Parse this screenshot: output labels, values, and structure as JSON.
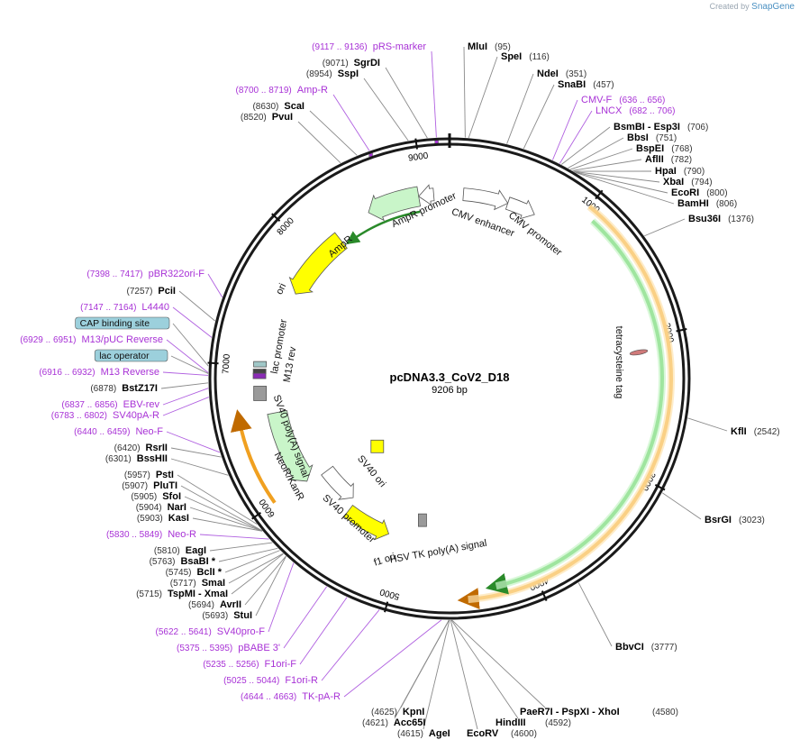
{
  "branding": {
    "created_by": "Created by",
    "product": "SnapGene"
  },
  "plasmid": {
    "name": "pcDNA3.3_CoV2_D18",
    "size": "9206 bp"
  },
  "ticks": [
    "1000",
    "2000",
    "3000",
    "4000",
    "5000",
    "6000",
    "7000",
    "8000",
    "9000"
  ],
  "features": {
    "tetracysteine_tag": "tetracysteine tag",
    "cmv_enhancer": "CMV enhancer",
    "cmv_promoter": "CMV promoter",
    "ampr_promoter": "AmpR promoter",
    "ampr": "AmpR",
    "ori": "ori",
    "lac_promoter": "lac promoter",
    "m13_rev": "M13 rev",
    "sv40_polya": "SV40 poly(A) signal",
    "neor": "NeoR/KanR",
    "sv40_ori": "SV40 ori",
    "sv40_promoter": "SV40 promoter",
    "hsv_tk": "HSV TK poly(A) signal",
    "f1_ori": "f1 ori"
  },
  "labels": {
    "top_left": [
      {
        "pos": "(9117 .. 9136)",
        "name": "pRS-marker",
        "kind": "primer"
      },
      {
        "pos": "(9071)",
        "name": "SgrDI",
        "kind": "enzyme"
      },
      {
        "pos": "(8954)",
        "name": "SspI",
        "kind": "enzyme"
      },
      {
        "pos": "(8700 .. 8719)",
        "name": "Amp-R",
        "kind": "primer"
      },
      {
        "pos": "(8630)",
        "name": "ScaI",
        "kind": "enzyme"
      },
      {
        "pos": "(8520)",
        "name": "PvuI",
        "kind": "enzyme"
      }
    ],
    "top_right": [
      {
        "name": "MluI",
        "pos": "(95)",
        "kind": "enzyme"
      },
      {
        "name": "SpeI",
        "pos": "(116)",
        "kind": "enzyme"
      },
      {
        "name": "NdeI",
        "pos": "(351)",
        "kind": "enzyme"
      },
      {
        "name": "SnaBI",
        "pos": "(457)",
        "kind": "enzyme"
      },
      {
        "name": "CMV-F",
        "pos": "(636 .. 656)",
        "kind": "primer"
      },
      {
        "name": "LNCX",
        "pos": "(682 .. 706)",
        "kind": "primer"
      },
      {
        "name": "BsmBI - Esp3I",
        "pos": "(706)",
        "kind": "enzyme"
      },
      {
        "name": "BbsI",
        "pos": "(751)",
        "kind": "enzyme"
      },
      {
        "name": "BspEI",
        "pos": "(768)",
        "kind": "enzyme"
      },
      {
        "name": "AflII",
        "pos": "(782)",
        "kind": "enzyme"
      },
      {
        "name": "HpaI",
        "pos": "(790)",
        "kind": "enzyme"
      },
      {
        "name": "XbaI",
        "pos": "(794)",
        "kind": "enzyme"
      },
      {
        "name": "EcoRI",
        "pos": "(800)",
        "kind": "enzyme"
      },
      {
        "name": "BamHI",
        "pos": "(806)",
        "kind": "enzyme"
      },
      {
        "name": "Bsu36I",
        "pos": "(1376)",
        "kind": "enzyme"
      }
    ],
    "right": [
      {
        "name": "KflI",
        "pos": "(2542)",
        "kind": "enzyme"
      },
      {
        "name": "BsrGI",
        "pos": "(3023)",
        "kind": "enzyme"
      },
      {
        "name": "BbvCI",
        "pos": "(3777)",
        "kind": "enzyme"
      }
    ],
    "left": [
      {
        "pos": "(7398 .. 7417)",
        "name": "pBR322ori-F",
        "kind": "primer"
      },
      {
        "pos": "(7257)",
        "name": "PciI",
        "kind": "enzyme"
      },
      {
        "pos": "(7147 .. 7164)",
        "name": "L4440",
        "kind": "primer"
      },
      {
        "pos": "",
        "name": "CAP binding site",
        "kind": "boxed"
      },
      {
        "pos": "(6929 .. 6951)",
        "name": "M13/pUC Reverse",
        "kind": "primer"
      },
      {
        "pos": "",
        "name": "lac operator",
        "kind": "boxed"
      },
      {
        "pos": "(6916 .. 6932)",
        "name": "M13 Reverse",
        "kind": "primer"
      },
      {
        "pos": "(6878)",
        "name": "BstZ17I",
        "kind": "enzyme"
      },
      {
        "pos": "(6837 .. 6856)",
        "name": "EBV-rev",
        "kind": "primer"
      },
      {
        "pos": "(6783 .. 6802)",
        "name": "SV40pA-R",
        "kind": "primer"
      },
      {
        "pos": "(6440 .. 6459)",
        "name": "Neo-F",
        "kind": "primer"
      },
      {
        "pos": "(6420)",
        "name": "RsrII",
        "kind": "enzyme"
      },
      {
        "pos": "(6301)",
        "name": "BssHII",
        "kind": "enzyme"
      },
      {
        "pos": "(5957)",
        "name": "PstI",
        "kind": "enzyme"
      },
      {
        "pos": "(5907)",
        "name": "PluTI",
        "kind": "enzyme"
      },
      {
        "pos": "(5905)",
        "name": "SfoI",
        "kind": "enzyme"
      },
      {
        "pos": "(5904)",
        "name": "NarI",
        "kind": "enzyme"
      },
      {
        "pos": "(5903)",
        "name": "KasI",
        "kind": "enzyme"
      },
      {
        "pos": "(5830 .. 5849)",
        "name": "Neo-R",
        "kind": "primer"
      },
      {
        "pos": "(5810)",
        "name": "EagI",
        "kind": "enzyme"
      },
      {
        "pos": "(5763)",
        "name": "BsaBI *",
        "kind": "enzyme"
      },
      {
        "pos": "(5745)",
        "name": "BclI *",
        "kind": "enzyme"
      },
      {
        "pos": "(5717)",
        "name": "SmaI",
        "kind": "enzyme"
      },
      {
        "pos": "(5715)",
        "name": "TspMI - XmaI",
        "kind": "enzyme"
      },
      {
        "pos": "(5694)",
        "name": "AvrII",
        "kind": "enzyme"
      },
      {
        "pos": "(5693)",
        "name": "StuI",
        "kind": "enzyme"
      },
      {
        "pos": "(5622 .. 5641)",
        "name": "SV40pro-F",
        "kind": "primer"
      },
      {
        "pos": "(5375 .. 5395)",
        "name": "pBABE 3'",
        "kind": "primer"
      },
      {
        "pos": "(5235 .. 5256)",
        "name": "F1ori-F",
        "kind": "primer"
      },
      {
        "pos": "(5025 .. 5044)",
        "name": "F1ori-R",
        "kind": "primer"
      },
      {
        "pos": "(4644 .. 4663)",
        "name": "TK-pA-R",
        "kind": "primer"
      }
    ],
    "bottom": [
      {
        "pos": "(4625)",
        "name": "KpnI",
        "kind": "enzyme"
      },
      {
        "pos": "(4621)",
        "name": "Acc65I",
        "kind": "enzyme"
      },
      {
        "pos": "(4615)",
        "name": "AgeI",
        "kind": "enzyme"
      },
      {
        "pos": "",
        "name": "EcoRV",
        "kind": "enzyme"
      },
      {
        "pos": "(4600)",
        "name": "",
        "kind": "enzyme"
      },
      {
        "pos": "",
        "name": "HindIII",
        "kind": "enzyme"
      },
      {
        "pos": "(4592)",
        "name": "",
        "kind": "enzyme"
      },
      {
        "pos": "",
        "name": "PaeR7I - PspXI - XhoI",
        "kind": "enzyme"
      },
      {
        "pos": "(4580)",
        "name": "",
        "kind": "enzyme"
      }
    ]
  },
  "colors": {
    "backbone": "#1a1a1a",
    "enzyme_text": "#000000",
    "primer_text": "#a832d6",
    "position_text": "#333333",
    "cds_fill": "#c9f5c9",
    "ori_fill": "#ffff00",
    "promoter_fill": "#ffffff",
    "insert_green": "#3fbf3f",
    "insert_orange": "#f0a020",
    "boxed_fill": "#9cd0dc"
  }
}
